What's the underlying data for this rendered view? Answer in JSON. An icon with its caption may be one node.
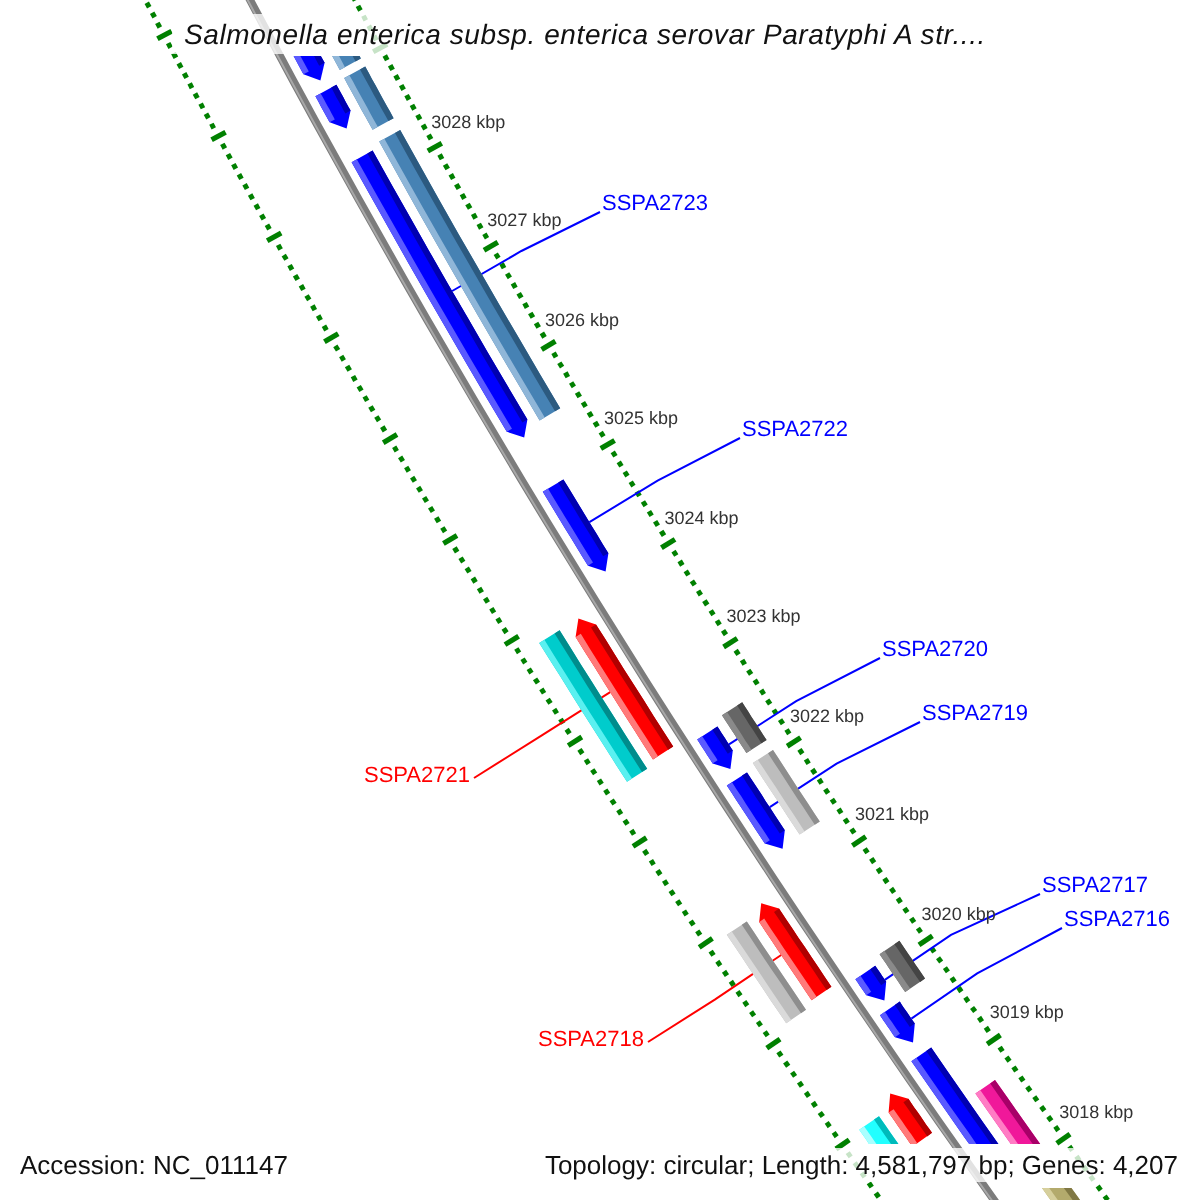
{
  "diagram": {
    "title": "Salmonella enterica subsp. enterica serovar Paratyphi A str....",
    "nodes": [
      {
        "text": [
          "SSPA2723"
        ]
      },
      {
        "text": [
          "SSPA2722"
        ]
      },
      {
        "text": [
          "SSPA2720"
        ]
      },
      {
        "text": [
          "SSPA2719"
        ]
      },
      {
        "text": [
          "SSPA2721"
        ]
      },
      {
        "text": [
          "SSPA2717"
        ]
      },
      {
        "text": [
          "SSPA2716"
        ]
      },
      {
        "text": [
          "SSPA2718"
        ]
      },
      {
        "text": [],
        "shape": "bar"
      },
      {
        "text": [],
        "shape": "bar"
      },
      {
        "text": [],
        "shape": "bar"
      },
      {
        "text": [],
        "shape": "bar"
      },
      {
        "text": [],
        "shape": "bar"
      },
      {
        "text": [],
        "shape": "bar"
      },
      {
        "text": [],
        "shape": "bar"
      },
      {
        "text": [],
        "shape": "bar"
      },
      {
        "text": [],
        "shape": "bar"
      },
      {
        "text": [],
        "shape": "bar"
      },
      {
        "text": [],
        "shape": "bar"
      },
      {
        "text": [],
        "shape": "bar"
      },
      {
        "text": [],
        "shape": "bar"
      },
      {
        "text": [],
        "shape": "bar"
      },
      {
        "text": [],
        "shape": "bar"
      },
      {
        "text": [],
        "shape": "bar"
      },
      {
        "text": [],
        "shape": "bar"
      },
      {
        "text": [],
        "shape": "bar"
      },
      {
        "text": [],
        "shape": "bar"
      },
      {
        "text": [],
        "shape": "bar"
      },
      {
        "text": [],
        "shape": "bar"
      },
      {
        "text": [],
        "shape": "bar"
      },
      {
        "text": [],
        "shape": "bar"
      }
    ],
    "edges": [
      {
        "from": 0,
        "to": 13,
        "arrow": "none"
      },
      {
        "from": 1,
        "to": 14,
        "arrow": "none"
      },
      {
        "from": 2,
        "to": 18,
        "arrow": "none"
      },
      {
        "from": 3,
        "to": 20,
        "arrow": "none"
      },
      {
        "from": 4,
        "to": 16,
        "arrow": "none",
        "color": "#ff0000"
      },
      {
        "from": 5,
        "to": 24,
        "arrow": "none"
      },
      {
        "from": 6,
        "to": 25,
        "arrow": "none"
      },
      {
        "from": 7,
        "to": 21,
        "arrow": "none",
        "color": "#ff0000"
      }
    ],
    "labels": [
      "3028 kbp",
      "3027 kbp",
      "3026 kbp",
      "3025 kbp",
      "3024 kbp",
      "3023 kbp",
      "3022 kbp",
      "3021 kbp",
      "3020 kbp",
      "3019 kbp",
      "3018 kbp",
      "Accession: NC_011147",
      "Topology: circular; Length: 4,581,797 bp; Genes: 4,207"
    ]
  }
}
